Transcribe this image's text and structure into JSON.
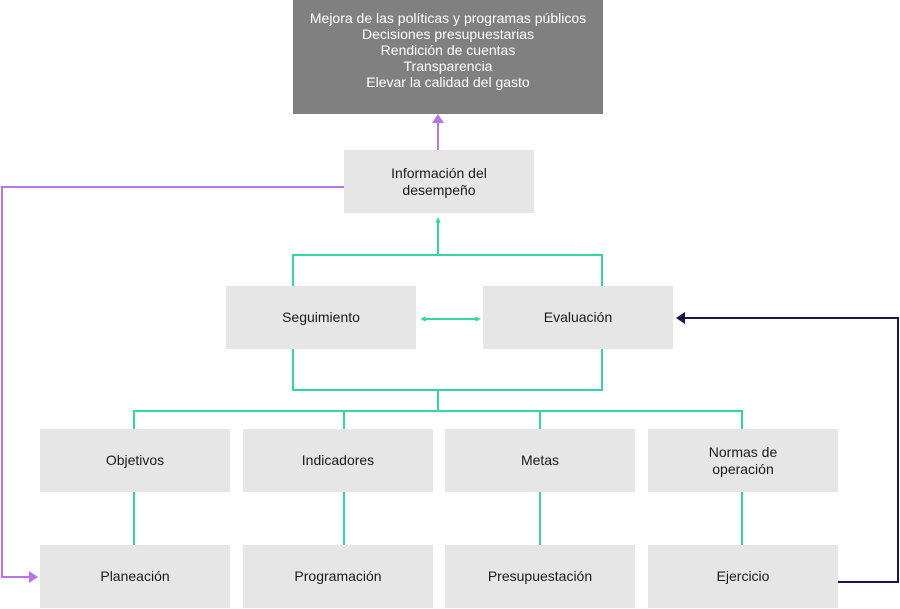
{
  "outcomes": {
    "lines": [
      "Mejora de las políticas y programas públicos",
      "Decisiones presupuestarias",
      "Rendición de cuentas",
      "Transparencia",
      "Elevar la calidad del gasto"
    ]
  },
  "info": {
    "line1": "Información del",
    "line2": "desempeño"
  },
  "monitoring": {
    "seguimiento": "Seguimiento",
    "evaluacion": "Evaluación"
  },
  "criteria": {
    "objetivos": "Objetivos",
    "indicadores": "Indicadores",
    "metas": "Metas",
    "normas_line1": "Normas de",
    "normas_line2": "operación"
  },
  "stages": {
    "planeacion": "Planeación",
    "programacion": "Programación",
    "presupuestacion": "Presupuestación",
    "ejercicio": "Ejercicio"
  },
  "colors": {
    "green_connector": "#33d6a5",
    "purple_connector": "#b974e8",
    "navy_connector": "#1c1650",
    "box_fill": "#e6e6e6",
    "top_box_fill": "#808080"
  }
}
